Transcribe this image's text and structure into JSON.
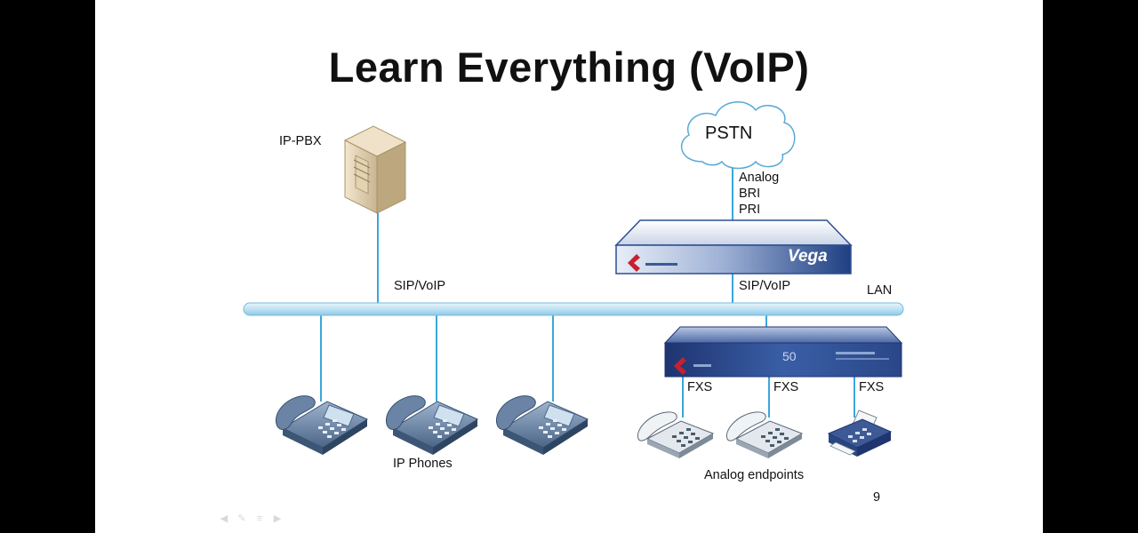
{
  "slide": {
    "title": "Learn Everything (VoIP)",
    "page_number": "9"
  },
  "labels": {
    "ip_pbx": "IP-PBX",
    "pstn": "PSTN",
    "analog": "Analog",
    "bri": "BRI",
    "pri": "PRI",
    "sip_voip_left": "SIP/VoIP",
    "sip_voip_right": "SIP/VoIP",
    "lan": "LAN",
    "vega_brand": "Vega",
    "vega50_model": "50",
    "fxs_1": "FXS",
    "fxs_2": "FXS",
    "fxs_3": "FXS",
    "ip_phones": "IP Phones",
    "analog_endpoints": "Analog endpoints"
  },
  "toolbar": {
    "icons": [
      "prev-arrow-icon",
      "pen-icon",
      "menu-icon",
      "next-arrow-icon"
    ]
  },
  "colors": {
    "lan_bar": "#c9e6f5",
    "link_line": "#3aa7dd",
    "vega_blue": "#2d4f8f"
  }
}
